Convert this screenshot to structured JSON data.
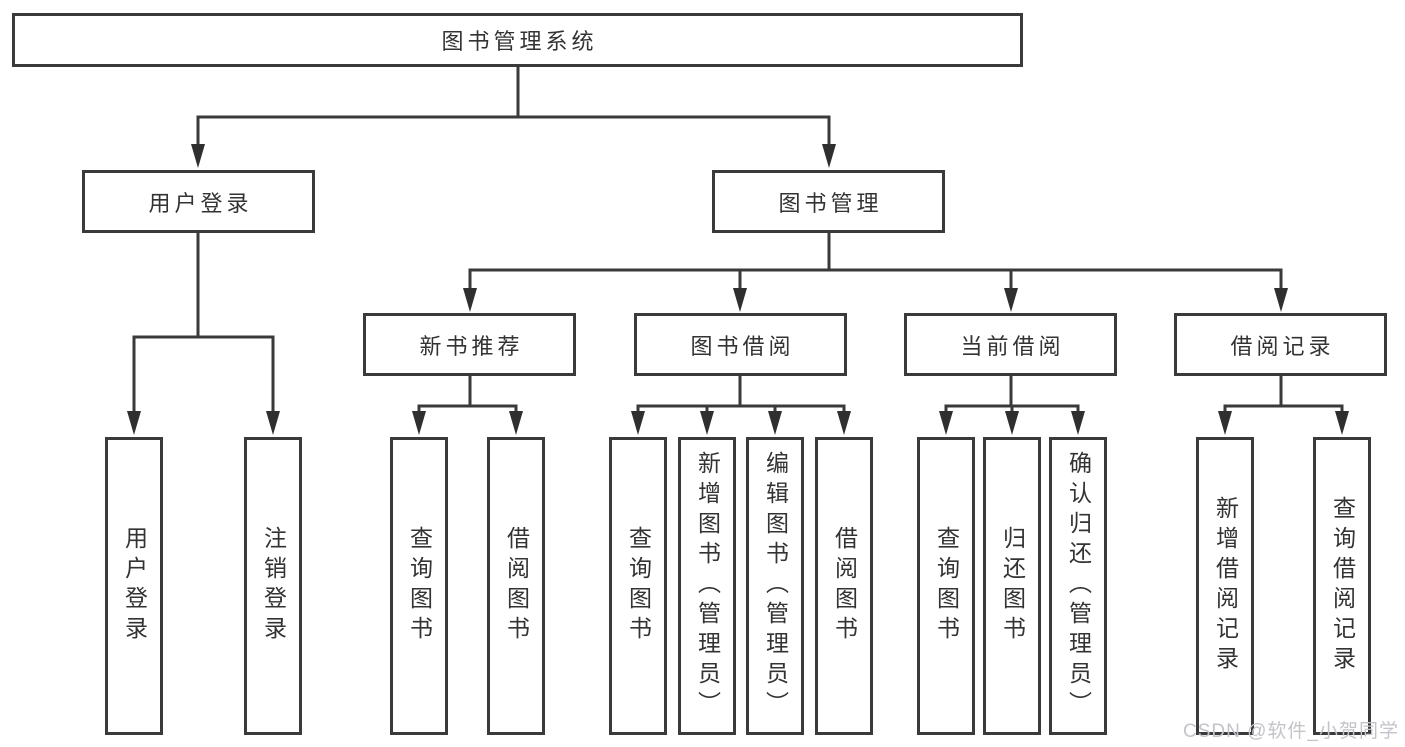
{
  "tree": {
    "root": {
      "label": "图书管理系统"
    },
    "branches": [
      {
        "label": "用户登录",
        "children": [
          {
            "label": "用户登录"
          },
          {
            "label": "注销登录"
          }
        ]
      },
      {
        "label": "图书管理",
        "children": [
          {
            "label": "新书推荐",
            "children": [
              {
                "label": "查询图书"
              },
              {
                "label": "借阅图书"
              }
            ]
          },
          {
            "label": "图书借阅",
            "children": [
              {
                "label": "查询图书"
              },
              {
                "label": "新增图书（管理员）"
              },
              {
                "label": "编辑图书（管理员）"
              },
              {
                "label": "借阅图书"
              }
            ]
          },
          {
            "label": "当前借阅",
            "children": [
              {
                "label": "查询图书"
              },
              {
                "label": "归还图书"
              },
              {
                "label": "确认归还（管理员）"
              }
            ]
          },
          {
            "label": "借阅记录",
            "children": [
              {
                "label": "新增借阅记录"
              },
              {
                "label": "查询借阅记录"
              }
            ]
          }
        ]
      }
    ]
  },
  "watermark": {
    "text": "CSDN @软件_小贺同学",
    "color": "#c3c3ca"
  },
  "colors": {
    "line": "#3a3a3a",
    "arrow": "#2f2f2f",
    "text": "#333333",
    "background": "#ffffff"
  }
}
